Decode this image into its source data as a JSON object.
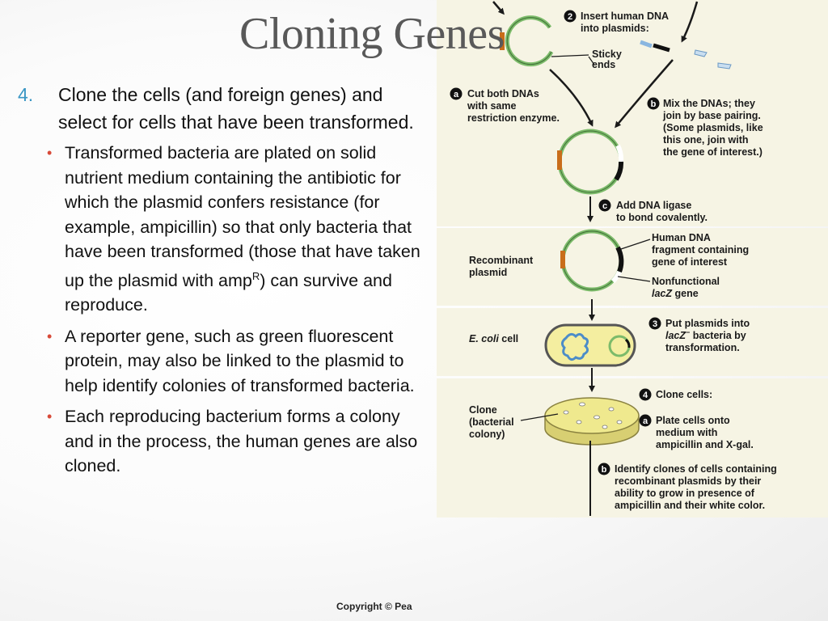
{
  "slide": {
    "title": "Cloning Genes",
    "point": {
      "number": "4.",
      "text": "Clone the cells (and foreign genes) and select for cells that have been transformed."
    },
    "bullets": [
      {
        "before": "Transformed bacteria are plated on solid nutrient medium containing the antibiotic for which the plasmid confers resistance (for example, ampicillin) so that only bacteria that have been transformed (those that have taken up the plasmid with amp",
        "sup": "R",
        "after": ") can survive and reproduce."
      },
      {
        "before": "A reporter gene, such as green fluorescent protein, may also be linked to the plasmid to help identify colonies of transformed bacteria.",
        "sup": "",
        "after": ""
      },
      {
        "before": "Each reproducing bacterium forms a colony and in the process, the human genes are also cloned.",
        "sup": "",
        "after": ""
      }
    ],
    "bullet_symbol": "•",
    "copyright": "Copyright © Pea"
  },
  "diagram": {
    "step2": {
      "num": "2",
      "lines": [
        "Insert human DNA",
        "into plasmids:"
      ]
    },
    "sticky_ends": [
      "Sticky",
      "ends"
    ],
    "step_a": {
      "num": "a",
      "lines": [
        "Cut both DNAs",
        "with same",
        "restriction enzyme."
      ]
    },
    "step_b": {
      "num": "b",
      "lines": [
        "Mix the DNAs; they",
        "join by base pairing.",
        "(Some plasmids, like",
        "this one, join with",
        "the gene of interest.)"
      ]
    },
    "step_c": {
      "num": "c",
      "lines": [
        "Add DNA ligase",
        "to bond covalently."
      ]
    },
    "recombinant_plasmid": [
      "Recombinant",
      "plasmid"
    ],
    "human_dna": [
      "Human DNA",
      "fragment containing",
      "gene of interest"
    ],
    "nonfunctional_lacz": {
      "line1": "Nonfunctional",
      "italic": "lacZ",
      "rest": " gene"
    },
    "step3": {
      "num": "3",
      "line1": "Put plasmids into",
      "italic": "lacZ",
      "sup": "−",
      "rest": " bacteria by",
      "line3": "transformation."
    },
    "ecoli": {
      "italic": "E. coli",
      "rest": " cell"
    },
    "step4": {
      "num": "4",
      "lines": [
        "Clone cells:"
      ]
    },
    "clone": [
      "Clone",
      "(bacterial",
      "colony)"
    ],
    "step4a": {
      "num": "a",
      "lines": [
        "Plate cells onto",
        "medium with",
        "ampicillin and X-gal."
      ]
    },
    "step4b": {
      "num": "b",
      "lines": [
        "Identify clones of cells containing",
        "recombinant plasmids by their",
        "ability to grow in presence of",
        "ampicillin and their white color."
      ]
    },
    "colors": {
      "plasmid": "#7cbb6a",
      "insert": "#c96d1a",
      "panel": "#f6f4e4",
      "cell": "#f4eea0",
      "dna": "#4c8cc8",
      "dish": "#efe98e"
    }
  }
}
